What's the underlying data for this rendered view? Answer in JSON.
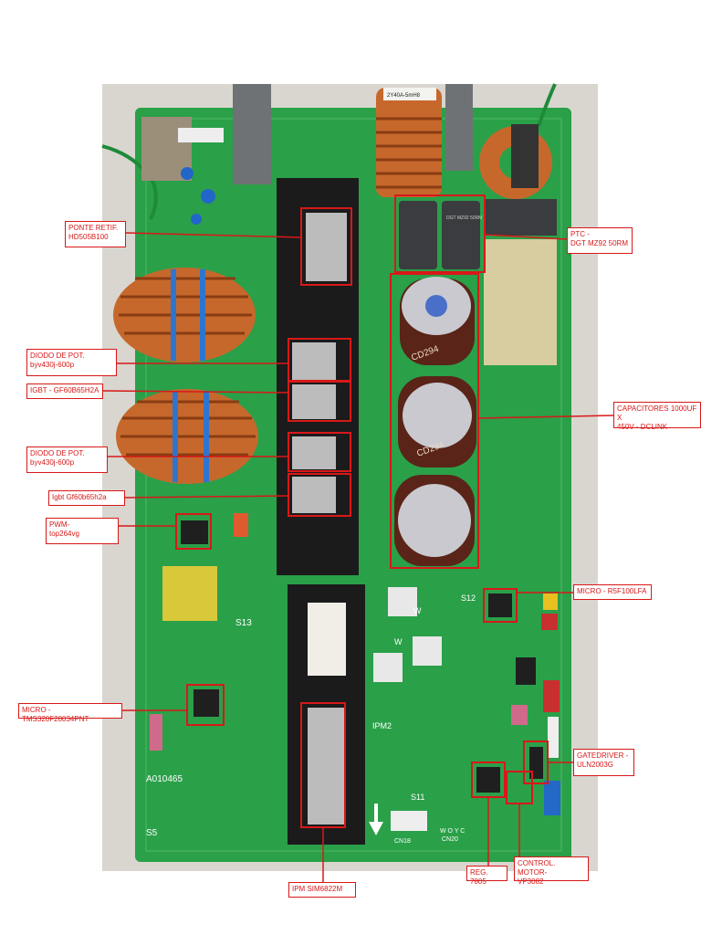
{
  "image": {
    "subject": "photo of an inverter air-conditioner power PCB with annotated components",
    "colors": {
      "background": "#ffffff",
      "pcb": "#2aa049",
      "annotation": "#d81818"
    }
  },
  "labels": {
    "ponte": "PONTE RETIF.\nHD505B100",
    "ptc": "PTC -\nDGT MZ92 50RM",
    "diodo1": "DIODO DE POT.\nbyv430j-600p",
    "igbt1": "IGBT - GF60B65H2A",
    "capacitores": "CAPACITORES 1000UF X\n450V - DCLINK",
    "diodo2": "DIODO DE POT.\nbyv430j-600p",
    "igbt2": "Igbt Gf60b65h2a",
    "pwm": "PWM-\ntop264vg",
    "micro1": "MICRO - R5F100LFA",
    "micro2": "MICRO - TMS320F28034PNT",
    "gatedriver": "GATEDRIVER -\nULN2003G",
    "ipm": "IPM SIM6822M",
    "reg": "REG. 7805",
    "control": "CONTROL. MOTOR-\nVP3082"
  },
  "board_text": {
    "choke": "2Y40A-5mH8",
    "ptc_top": "DGT MZ92 50RM",
    "cap1": "CD294",
    "cap2": "CD294",
    "s13": "S13",
    "s11": "S11",
    "s5": "S5",
    "a010465": "A010465",
    "ipm2": "IPM2",
    "cn20": "CN20",
    "w1": "W",
    "w2": "W",
    "s12": "S12",
    "cn18": "CN18",
    "woy": "W O Y C"
  }
}
